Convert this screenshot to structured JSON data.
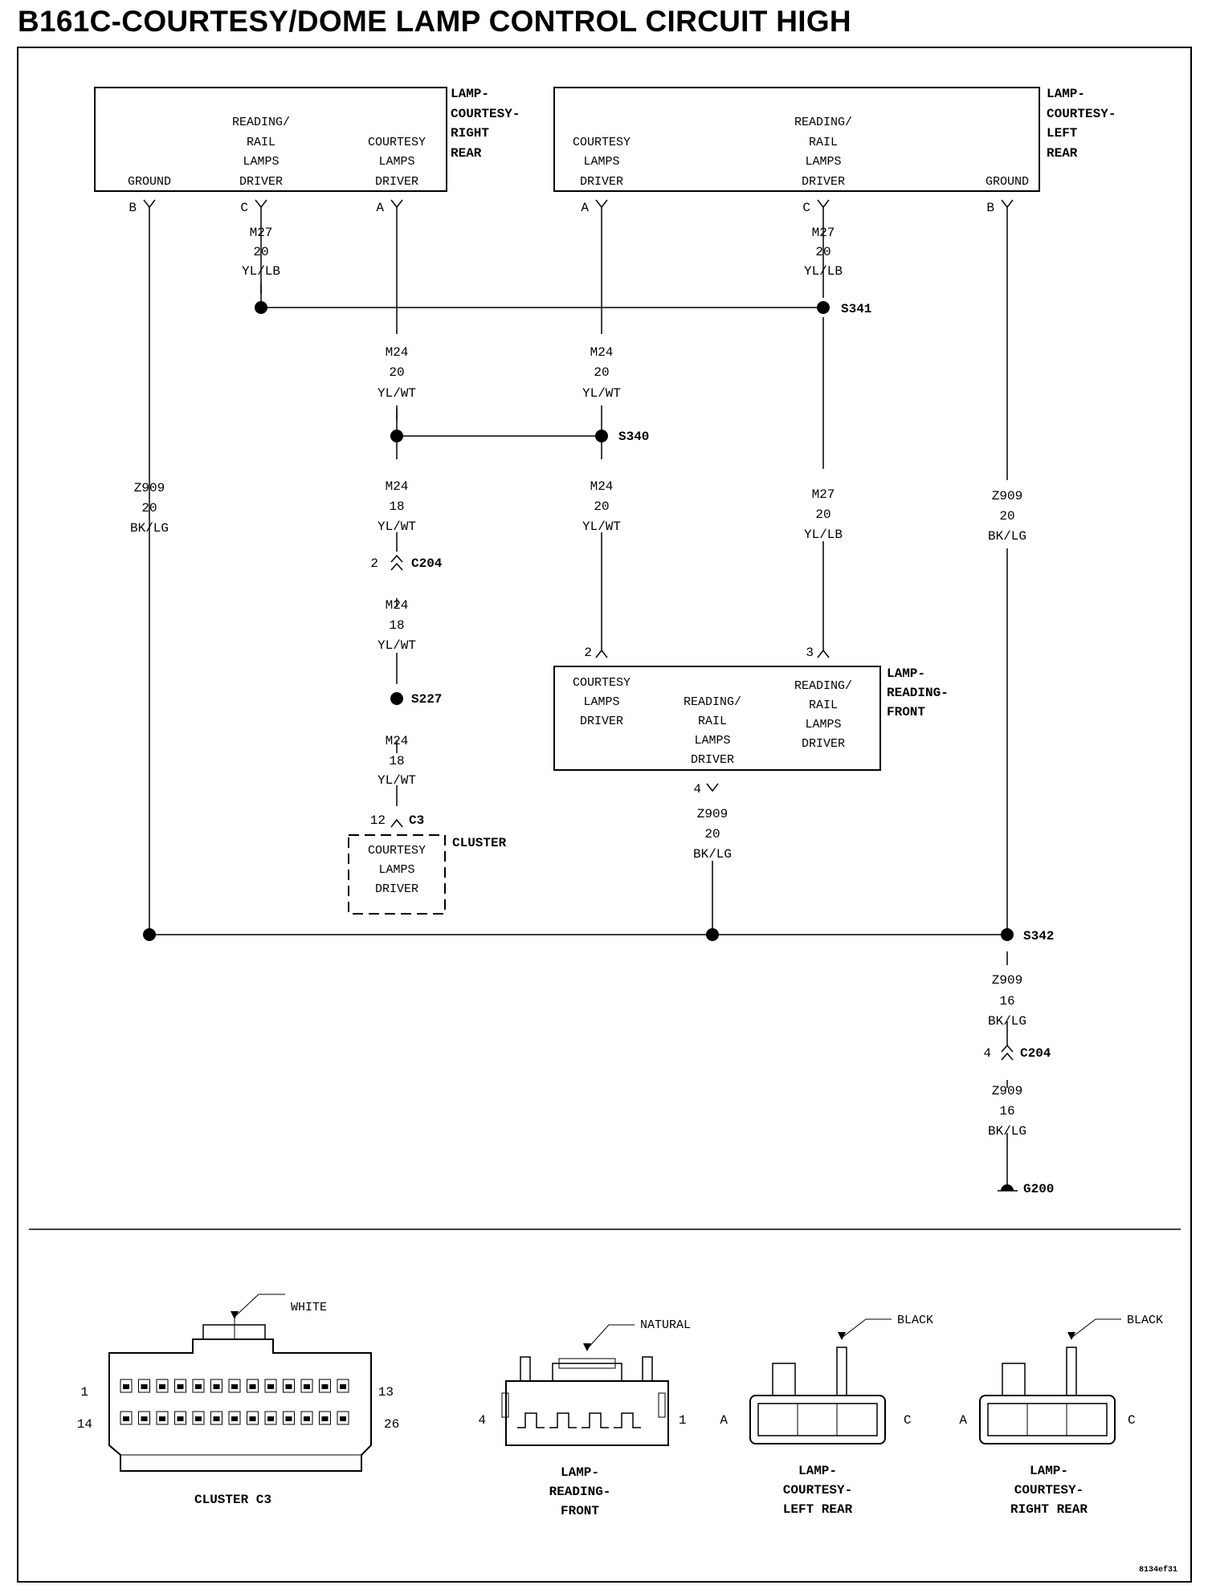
{
  "title": "B161C-COURTESY/DOME LAMP CONTROL CIRCUIT HIGH",
  "components": {
    "lamp_right_rear": {
      "label": [
        "LAMP-",
        "COURTESY-",
        "RIGHT",
        "REAR"
      ],
      "pin_ground": [
        "GROUND"
      ],
      "pin_reading": [
        "READING/",
        "RAIL",
        "LAMPS",
        "DRIVER"
      ],
      "pin_courtesy": [
        "COURTESY",
        "LAMPS",
        "DRIVER"
      ],
      "pins": {
        "b": "B",
        "c": "C",
        "a": "A"
      }
    },
    "lamp_left_rear": {
      "label": [
        "LAMP-",
        "COURTESY-",
        "LEFT",
        "REAR"
      ],
      "pin_courtesy": [
        "COURTESY",
        "LAMPS",
        "DRIVER"
      ],
      "pin_reading": [
        "READING/",
        "RAIL",
        "LAMPS",
        "DRIVER"
      ],
      "pin_ground": [
        "GROUND"
      ],
      "pins": {
        "a": "A",
        "c": "C",
        "b": "B"
      }
    },
    "lamp_reading_front": {
      "label": [
        "LAMP-",
        "READING-",
        "FRONT"
      ],
      "pin_courtesy": [
        "COURTESY",
        "LAMPS",
        "DRIVER"
      ],
      "pin_reading_bottom": [
        "READING/",
        "RAIL",
        "LAMPS",
        "DRIVER"
      ],
      "pin_reading_right": [
        "READING/",
        "RAIL",
        "LAMPS",
        "DRIVER"
      ],
      "pins": {
        "p2": "2",
        "p3": "3",
        "p4": "4"
      }
    },
    "cluster": {
      "label": "CLUSTER",
      "pin_courtesy": [
        "COURTESY",
        "LAMPS",
        "DRIVER"
      ],
      "connector": "C3",
      "pin": "12"
    }
  },
  "wires": {
    "m27_rr": [
      "M27",
      "20",
      "YL/LB"
    ],
    "m27_lr": [
      "M27",
      "20",
      "YL/LB"
    ],
    "m24_rr": [
      "M24",
      "20",
      "YL/WT"
    ],
    "m24_lr": [
      "M24",
      "20",
      "YL/WT"
    ],
    "m24_a": [
      "M24",
      "18",
      "YL/WT"
    ],
    "m24_front": [
      "M24",
      "20",
      "YL/WT"
    ],
    "m27_front": [
      "M27",
      "20",
      "YL/LB"
    ],
    "m24_b": [
      "M24",
      "18",
      "YL/WT"
    ],
    "m24_c": [
      "M24",
      "18",
      "YL/WT"
    ],
    "z909_left": [
      "Z909",
      "20",
      "BK/LG"
    ],
    "z909_right": [
      "Z909",
      "20",
      "BK/LG"
    ],
    "z909_front": [
      "Z909",
      "20",
      "BK/LG"
    ],
    "z909_g1": [
      "Z909",
      "16",
      "BK/LG"
    ],
    "z909_g2": [
      "Z909",
      "16",
      "BK/LG"
    ]
  },
  "splices": {
    "s341": "S341",
    "s340": "S340",
    "s227": "S227",
    "s342": "S342"
  },
  "inline_connectors": {
    "c204_upper": {
      "name": "C204",
      "pin": "2"
    },
    "c204_lower": {
      "name": "C204",
      "pin": "4"
    }
  },
  "ground": "G200",
  "connector_views": {
    "cluster_c3": {
      "title": "CLUSTER C3",
      "color": "WHITE",
      "pins": [
        "1",
        "13",
        "14",
        "26"
      ]
    },
    "reading_front": {
      "title": [
        "LAMP-",
        "READING-",
        "FRONT"
      ],
      "color": "NATURAL",
      "pins": [
        "4",
        "1"
      ]
    },
    "left_rear": {
      "title": [
        "LAMP-",
        "COURTESY-",
        "LEFT REAR"
      ],
      "color": "BLACK",
      "pins": [
        "A",
        "C"
      ]
    },
    "right_rear": {
      "title": [
        "LAMP-",
        "COURTESY-",
        "RIGHT REAR"
      ],
      "color": "BLACK",
      "pins": [
        "A",
        "C"
      ]
    }
  },
  "figure_id": "8134ef31"
}
